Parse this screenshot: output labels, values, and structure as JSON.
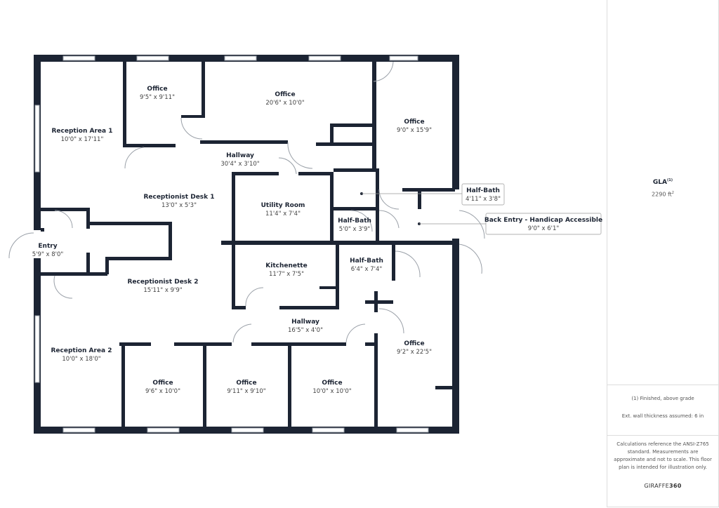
{
  "rooms": {
    "reception1": {
      "name": "Reception Area 1",
      "dims": "10'0\" x 17'11\""
    },
    "office1": {
      "name": "Office",
      "dims": "9'5\" x 9'11\""
    },
    "office2": {
      "name": "Office",
      "dims": "20'6\" x 10'0\""
    },
    "office3": {
      "name": "Office",
      "dims": "9'0\" x 15'9\""
    },
    "hallway1": {
      "name": "Hallway",
      "dims": "30'4\" x 3'10\""
    },
    "recdesk1": {
      "name": "Receptionist Desk 1",
      "dims": "13'0\" x 5'3\""
    },
    "utility": {
      "name": "Utility Room",
      "dims": "11'4\" x 7'4\""
    },
    "halfbath1": {
      "name": "Half-Bath",
      "dims": "4'11\" x 3'8\""
    },
    "halfbath2": {
      "name": "Half-Bath",
      "dims": "5'0\" x 3'9\""
    },
    "backentry": {
      "name": "Back Entry - Handicap Accessible",
      "dims": "9'0\" x 6'1\""
    },
    "entry": {
      "name": "Entry",
      "dims": "5'9\" x 8'0\""
    },
    "kitchenette": {
      "name": "Kitchenette",
      "dims": "11'7\" x 7'5\""
    },
    "halfbath3": {
      "name": "Half-Bath",
      "dims": "6'4\" x 7'4\""
    },
    "recdesk2": {
      "name": "Receptionist Desk 2",
      "dims": "15'11\" x 9'9\""
    },
    "hallway2": {
      "name": "Hallway",
      "dims": "16'5\" x 4'0\""
    },
    "office4": {
      "name": "Office",
      "dims": "9'2\" x 22'5\""
    },
    "reception2": {
      "name": "Reception Area 2",
      "dims": "10'0\" x 18'0\""
    },
    "office5": {
      "name": "Office",
      "dims": "9'6\" x 10'0\""
    },
    "office6": {
      "name": "Office",
      "dims": "9'11\" x 9'10\""
    },
    "office7": {
      "name": "Office",
      "dims": "10'0\" x 10'0\""
    }
  },
  "panel": {
    "gla_label": "GLA",
    "gla_sup": "(1)",
    "area_value": "2290 ft",
    "area_sup": "2",
    "footnote": "(1) Finished, above grade",
    "wall_note": "Ext. wall thickness assumed: 6 in",
    "disclaimer": "Calculations reference the ANSI-Z765 standard. Measurements are approximate and not to scale. This floor plan is intended for illustration only.",
    "brand_light": "GIRAFFE",
    "brand_bold": "360"
  }
}
